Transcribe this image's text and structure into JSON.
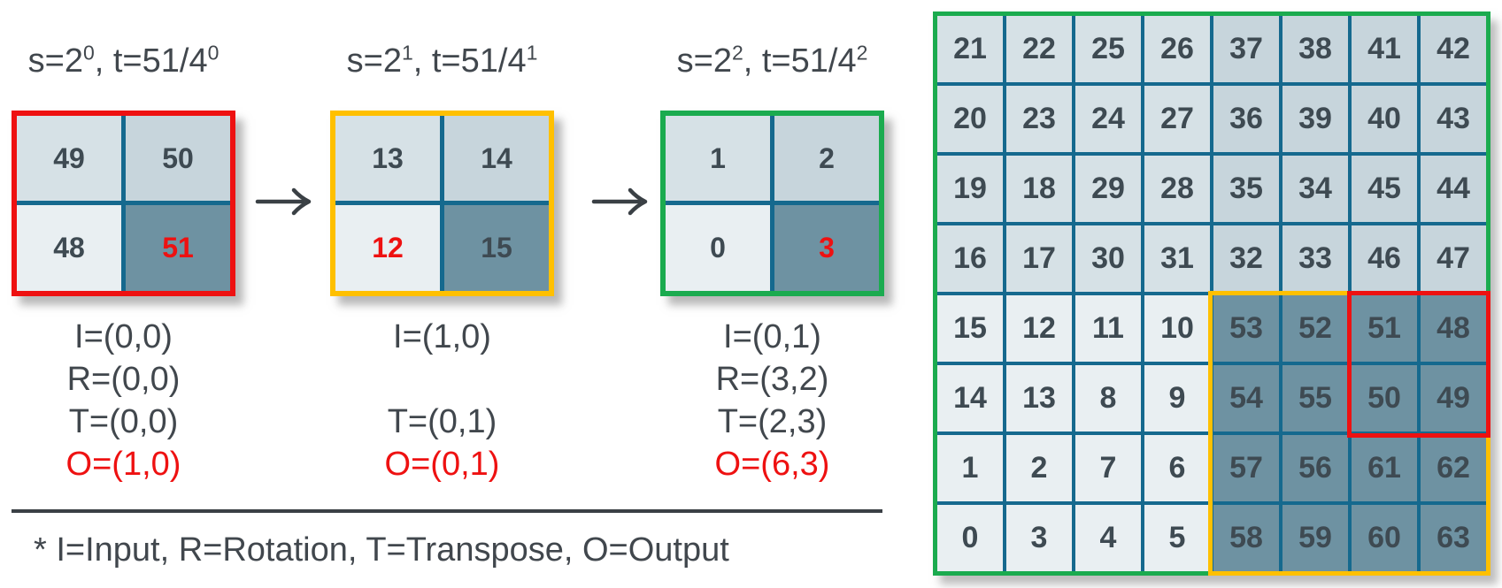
{
  "stages": [
    {
      "title": {
        "s_base": "s=2",
        "s_exp": "0",
        "t_base": ", t=51/4",
        "t_exp": "0"
      },
      "frame_color": "#EE1111",
      "cells": [
        {
          "value": "49",
          "red": false
        },
        {
          "value": "50",
          "red": false
        },
        {
          "value": "48",
          "red": false
        },
        {
          "value": "51",
          "red": true
        }
      ],
      "coords": [
        {
          "text": "I=(0,0)",
          "red": false
        },
        {
          "text": "R=(0,0)",
          "red": false
        },
        {
          "text": "T=(0,0)",
          "red": false
        },
        {
          "text": "O=(1,0)",
          "red": true
        }
      ]
    },
    {
      "title": {
        "s_base": "s=2",
        "s_exp": "1",
        "t_base": ", t=51/4",
        "t_exp": "1"
      },
      "frame_color": "#FFC000",
      "cells": [
        {
          "value": "13",
          "red": false
        },
        {
          "value": "14",
          "red": false
        },
        {
          "value": "12",
          "red": true
        },
        {
          "value": "15",
          "red": false
        }
      ],
      "coords": [
        {
          "text": "I=(1,0)",
          "red": false
        },
        {
          "text": "",
          "red": false
        },
        {
          "text": "T=(0,1)",
          "red": false
        },
        {
          "text": "O=(0,1)",
          "red": true
        }
      ]
    },
    {
      "title": {
        "s_base": "s=2",
        "s_exp": "2",
        "t_base": ", t=51/4",
        "t_exp": "2"
      },
      "frame_color": "#1BAB4F",
      "cells": [
        {
          "value": "1",
          "red": false
        },
        {
          "value": "2",
          "red": false
        },
        {
          "value": "0",
          "red": false
        },
        {
          "value": "3",
          "red": true
        }
      ],
      "coords": [
        {
          "text": "I=(0,1)",
          "red": false
        },
        {
          "text": "R=(3,2)",
          "red": false
        },
        {
          "text": "T=(2,3)",
          "red": false
        },
        {
          "text": "O=(6,3)",
          "red": true
        }
      ]
    }
  ],
  "footnote": "* I=Input, R=Rotation, T=Transpose, O=Output",
  "big_grid": {
    "rows": [
      [
        "21",
        "22",
        "25",
        "26",
        "37",
        "38",
        "41",
        "42"
      ],
      [
        "20",
        "23",
        "24",
        "27",
        "36",
        "39",
        "40",
        "43"
      ],
      [
        "19",
        "18",
        "29",
        "28",
        "35",
        "34",
        "45",
        "44"
      ],
      [
        "16",
        "17",
        "30",
        "31",
        "32",
        "33",
        "46",
        "47"
      ],
      [
        "15",
        "12",
        "11",
        "10",
        "53",
        "52",
        "51",
        "48"
      ],
      [
        "14",
        "13",
        "8",
        "9",
        "54",
        "55",
        "50",
        "49"
      ],
      [
        "1",
        "2",
        "7",
        "6",
        "57",
        "56",
        "61",
        "62"
      ],
      [
        "0",
        "3",
        "4",
        "5",
        "58",
        "59",
        "60",
        "63"
      ]
    ],
    "red_value": "51",
    "outer_frame_color": "#1BAB4F",
    "yellow_subgrid_frame_color": "#FFC000",
    "red_subgrid_frame_color": "#EE1111"
  },
  "colors": {
    "quadrant_top_left": "#D6E1E6",
    "quadrant_top_right": "#C7D5DC",
    "quadrant_bottom_left": "#E9EFF2",
    "quadrant_bottom_right": "#6E92A2",
    "grid_line": "#15698E",
    "number_text": "#3E4A52",
    "body_text": "#41474D",
    "highlight_red": "#EE1111",
    "frame_yellow": "#FFC000",
    "frame_green": "#1BAB4F"
  }
}
